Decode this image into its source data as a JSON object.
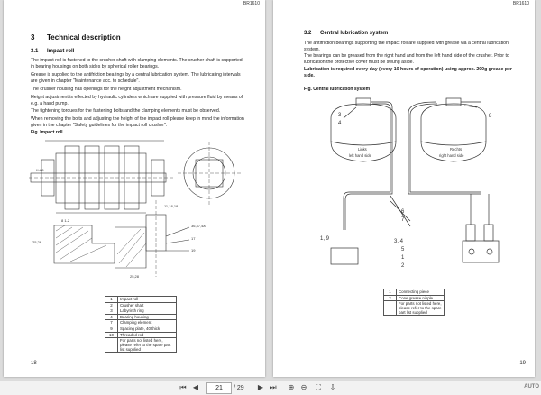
{
  "page_left": {
    "header_code": "BR1610",
    "section_number": "3",
    "section_title": "Technical description",
    "sub_number": "3.1",
    "sub_title": "Impact roll",
    "paragraphs": [
      "The impact roll is fastened to the crusher shaft with clamping elements. The crusher shaft is supported in bearing housings on both sides by spherical roller bearings.",
      "Grease is supplied to the antifriction bearings by a central lubrication system. The lubricating intervals are given in chapter \"Maintenance acc. to schedule\".",
      "The crusher housing has openings for the height adjustment mechanism.",
      "Height adjustment is effected by hydraulic cylinders which are supplied with pressure fluid by means of e.g. a hand pump.",
      "The tightening torques for the fastening bolts and the clamping elements must be observed.",
      "When removing the bolts and adjusting the height of the impact roll please keep in mind the information given in the chapter \"Safety guidelines for the impact roll crusher\"."
    ],
    "figure_caption": "Fig. Impact roll",
    "legend": [
      {
        "n": "1",
        "text": "Impact roll"
      },
      {
        "n": "2",
        "text": "Crusher shaft"
      },
      {
        "n": "3",
        "text": "Labyrinth ring"
      },
      {
        "n": "4",
        "text": "Bearing housing"
      },
      {
        "n": "7",
        "text": "Clamping element"
      },
      {
        "n": "9",
        "text": "Spacing plate, 40 thick"
      },
      {
        "n": "10",
        "text": "Threaded rod"
      },
      {
        "n": "",
        "text": "For parts not listed here, please refer to the spare part list supplied"
      }
    ],
    "page_number": "18"
  },
  "page_right": {
    "header_code": "BR1610",
    "sub_number": "3.2",
    "sub_title": "Central lubrication system",
    "paragraphs": [
      "The antifriction bearings supporting the impact roll are supplied with grease via a central lubrication system.",
      "The bearings can be greased from the right hand and from the left hand side of the crusher. Prior to lubrication the protective cover must be swung aside."
    ],
    "bold_paragraph": "Lubrication is required every day (every 10 hours of operation) using approx. 200g grease per side.",
    "figure_caption": "Fig. Central lubrication system",
    "diagram_labels": {
      "left_de": "Links",
      "left_en": "left hand side",
      "right_de": "Rechts",
      "right_en": "right hand side",
      "n1_9": "1, 9",
      "n3_4": "3, 4",
      "n3": "3",
      "n4": "4",
      "n5": "5",
      "n1": "1",
      "n2": "2",
      "n6": "6",
      "n7": "7",
      "n8": "8"
    },
    "legend": [
      {
        "n": "1",
        "text": "Connecting piece"
      },
      {
        "n": "2",
        "text": "Cone grease nipple"
      },
      {
        "n": "",
        "text": "For parts not listed here, please refer to the spare part list supplied"
      }
    ],
    "page_number": "19"
  },
  "toolbar": {
    "current_page": "21",
    "total_pages": "/ 29",
    "watermark": "AUTO"
  }
}
